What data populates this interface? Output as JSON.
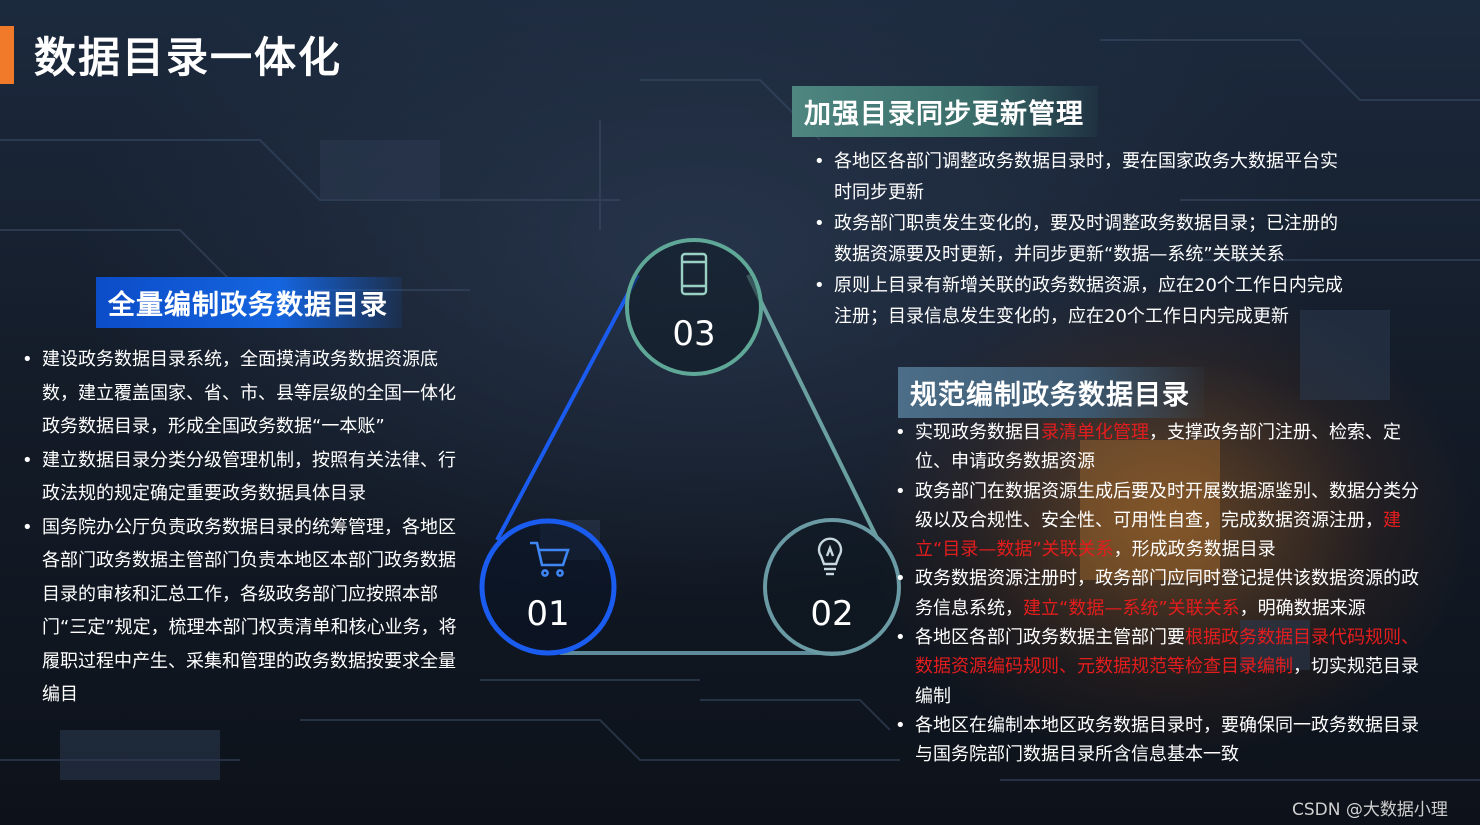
{
  "page_title": "数据目录一体化",
  "sections": {
    "left": {
      "heading": "全量编制政务数据目录",
      "bullets": [
        "建设政务数据目录系统，全面摸清政务数据资源底数，建立覆盖国家、省、市、县等层级的全国一体化政务数据目录，形成全国政务数据“一本账”",
        "建立数据目录分类分级管理机制，按照有关法律、行政法规的规定确定重要政务数据具体目录",
        "国务院办公厅负责政务数据目录的统筹管理，各地区各部门政务数据主管部门负责本地区本部门政务数据目录的审核和汇总工作，各级政务部门应按照本部门“三定”规定，梳理本部门权责清单和核心业务，将履职过程中产生、采集和管理的政务数据按要求全量编目"
      ]
    },
    "top": {
      "heading": "加强目录同步更新管理",
      "bullets": [
        "各地区各部门调整政务数据目录时，要在国家政务大数据平台实时同步更新",
        "政务部门职责发生变化的，要及时调整政务数据目录；已注册的数据资源要及时更新，并同步更新“数据—系统”关联关系",
        "原则上目录有新增关联的政务数据资源，应在20个工作日内完成注册；目录信息发生变化的，应在20个工作日内完成更新"
      ]
    },
    "right": {
      "heading": "规范编制政务数据目录",
      "b1_a": "实现政务数据目",
      "b1_red": "录清单化管理",
      "b1_b": "，支撑政务部门注册、检索、定位、申请政务数据资源",
      "b2_a": "政务部门在数据资源生成后要及时开展数据源鉴别、数据分类分级以及合规性、安全性、可用性自查，完成数据资源注册，",
      "b2_red": "建立“目录—数据”关联关系",
      "b2_b": "，形成政务数据目录",
      "b3_a": "政务数据资源注册时，政务部门应同时登记提供该数据资源的政务信息系统，",
      "b3_red": "建立“数据—系统”关联关系",
      "b3_b": "，明确数据来源",
      "b4_a": "各地区各部门政务数据主管部门要",
      "b4_red": "根据政务数据目录代码规则、数据资源编码规则、元数据规范等检查目录编制",
      "b4_b": "，切实规范目录编制",
      "b5": "各地区在编制本地区政务数据目录时，要确保同一政务数据目录与国务院部门数据目录所含信息基本一致"
    }
  },
  "diagram": {
    "nodes": [
      {
        "number": "01",
        "icon": "shopping-cart-icon",
        "color": "#1a5cf0"
      },
      {
        "number": "02",
        "icon": "lightbulb-icon",
        "color": "#6a9aa4"
      },
      {
        "number": "03",
        "icon": "smartphone-icon",
        "color": "#5fa898"
      }
    ]
  },
  "watermark": "CSDN @大数据小理"
}
